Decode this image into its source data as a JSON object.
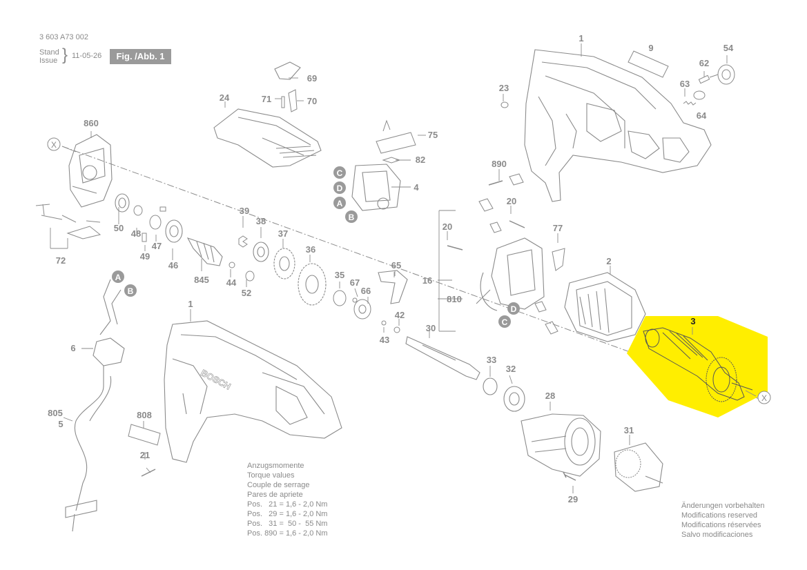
{
  "header": {
    "doc_number": "3 603 A73 002",
    "stand_label": "Stand",
    "issue_label": "Issue",
    "brace": "}",
    "date": "11-05-26",
    "figure_label": "Fig. /Abb. 1"
  },
  "callouts": {
    "p1a": "1",
    "p1b": "1",
    "p2": "2",
    "p3": "3",
    "p4": "4",
    "p5": "5",
    "p6": "6",
    "p9": "9",
    "p16": "16",
    "p20a": "20",
    "p20b": "20",
    "p21": "21",
    "p23": "23",
    "p24": "24",
    "p28": "28",
    "p29": "29",
    "p30": "30",
    "p31": "31",
    "p32": "32",
    "p33": "33",
    "p35": "35",
    "p36": "36",
    "p37": "37",
    "p38": "38",
    "p39": "39",
    "p42": "42",
    "p43": "43",
    "p44": "44",
    "p46": "46",
    "p47": "47",
    "p48": "48",
    "p49": "49",
    "p50": "50",
    "p52": "52",
    "p54": "54",
    "p62": "62",
    "p63": "63",
    "p64": "64",
    "p65": "65",
    "p66": "66",
    "p67": "67",
    "p69": "69",
    "p70": "70",
    "p71": "71",
    "p72": "72",
    "p75": "75",
    "p77": "77",
    "p82": "82",
    "p805": "805",
    "p808": "808",
    "p810": "810",
    "p845": "845",
    "p860": "860",
    "p890": "890"
  },
  "markers": {
    "A": "A",
    "B": "B",
    "C": "C",
    "D": "D",
    "X": "X"
  },
  "brand_text": "BOSCH",
  "torque": {
    "title_de": "Anzugsmomente",
    "title_en": "Torque values",
    "title_fr": "Couple de serrage",
    "title_es": "Pares de apriete",
    "rows": [
      "Pos.   21 = 1,6 - 2,0 Nm",
      "Pos.   29 = 1,6 - 2,0 Nm",
      "Pos.   31 =  50 -  55 Nm",
      "Pos. 890 = 1,6 - 2,0 Nm"
    ]
  },
  "modifications": [
    "Änderungen vorbehalten",
    "Modifications reserved",
    "Modifications réservées",
    "Salvo modificaciones"
  ],
  "colors": {
    "line": "#8a8a8a",
    "text": "#8a8a8a",
    "marker_fill": "#9a9a9a",
    "highlight": "#ffee00"
  }
}
